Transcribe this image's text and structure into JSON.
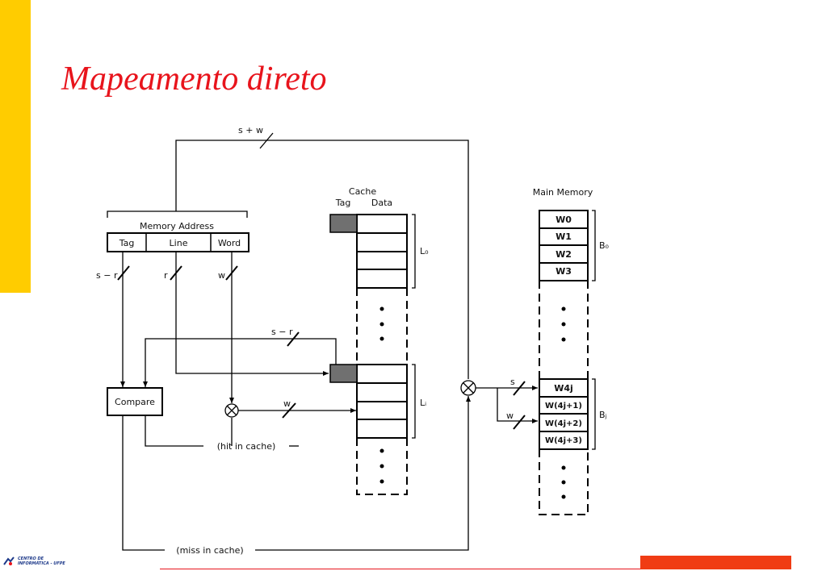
{
  "slide": {
    "title": "Mapeamento direto",
    "accent_color": "#ffcc00",
    "title_color": "#e8141c"
  },
  "diagram": {
    "top_bus_label": "s + w",
    "memory_address": {
      "caption": "Memory Address",
      "fields": [
        "Tag",
        "Line",
        "Word"
      ],
      "bus_labels": [
        "s − r",
        "r",
        "w"
      ]
    },
    "cache": {
      "title": "Cache",
      "col_tag": "Tag",
      "col_data": "Data",
      "line_labels": [
        "L₀",
        "Lᵢ"
      ]
    },
    "main_memory": {
      "title": "Main Memory",
      "block0_words": [
        "W0",
        "W1",
        "W2",
        "W3"
      ],
      "block0_label": "B₀",
      "blockj_words": [
        "W4j",
        "W(4j+1)",
        "W(4j+2)",
        "W(4j+3)"
      ],
      "blockj_label": "Bⱼ"
    },
    "compare_label": "Compare",
    "compare_bus_label": "s − r",
    "word_select_bus_label": "w",
    "mm_bus_labels": [
      "s",
      "w"
    ],
    "hit_label": "(hit in cache)",
    "miss_label": "(miss in cache)"
  },
  "footer": {
    "logo_lines": [
      "CENTRO DE",
      "INFORMÁTICA - UFPE"
    ]
  }
}
